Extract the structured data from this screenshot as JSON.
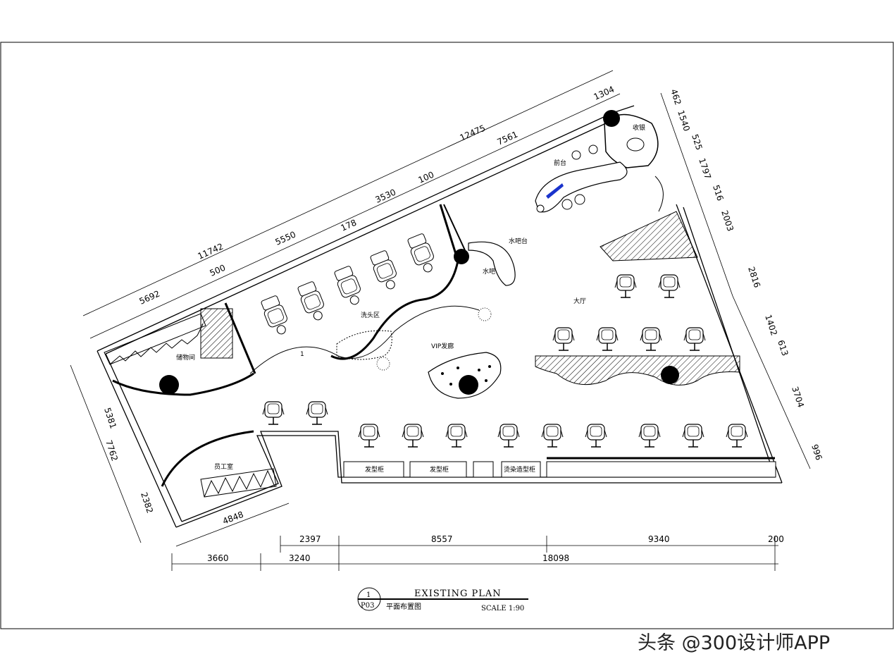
{
  "drawing": {
    "top_dims": [
      "11742",
      "5692",
      "500",
      "5550",
      "178",
      "3530",
      "100",
      "12475",
      "7561",
      "1304"
    ],
    "right_dims": [
      "462",
      "1540",
      "525",
      "1797",
      "516",
      "2003",
      "2816",
      "1402",
      "613",
      "3704",
      "996"
    ],
    "left_dims": [
      "5381",
      "7762",
      "2382",
      "4848"
    ],
    "bottom_row1": [
      "2397",
      "8557",
      "9340",
      "200"
    ],
    "bottom_row2": [
      "3660",
      "3240",
      "18098"
    ],
    "rooms": {
      "shampoo": "洗头区",
      "vip": "VIP发廊",
      "hall": "大厅",
      "storage": "储物间",
      "staff": "员工室",
      "water": "水吧台",
      "bar_chair": "水吧",
      "reception": "前台",
      "cashier": "收银",
      "marker1": "1"
    },
    "cabinets": [
      "发型柜",
      "发型柜",
      "烫染造型柜"
    ],
    "title": {
      "heading": "EXISTING PLAN",
      "subtitle": "平面布置图",
      "scale": "SCALE 1:90",
      "number": "1",
      "sheet": "P03"
    }
  },
  "watermark": "头条 @300设计师APP",
  "colors": {
    "line": "#000000",
    "background": "#ffffff",
    "accent": "#1a33cc"
  }
}
